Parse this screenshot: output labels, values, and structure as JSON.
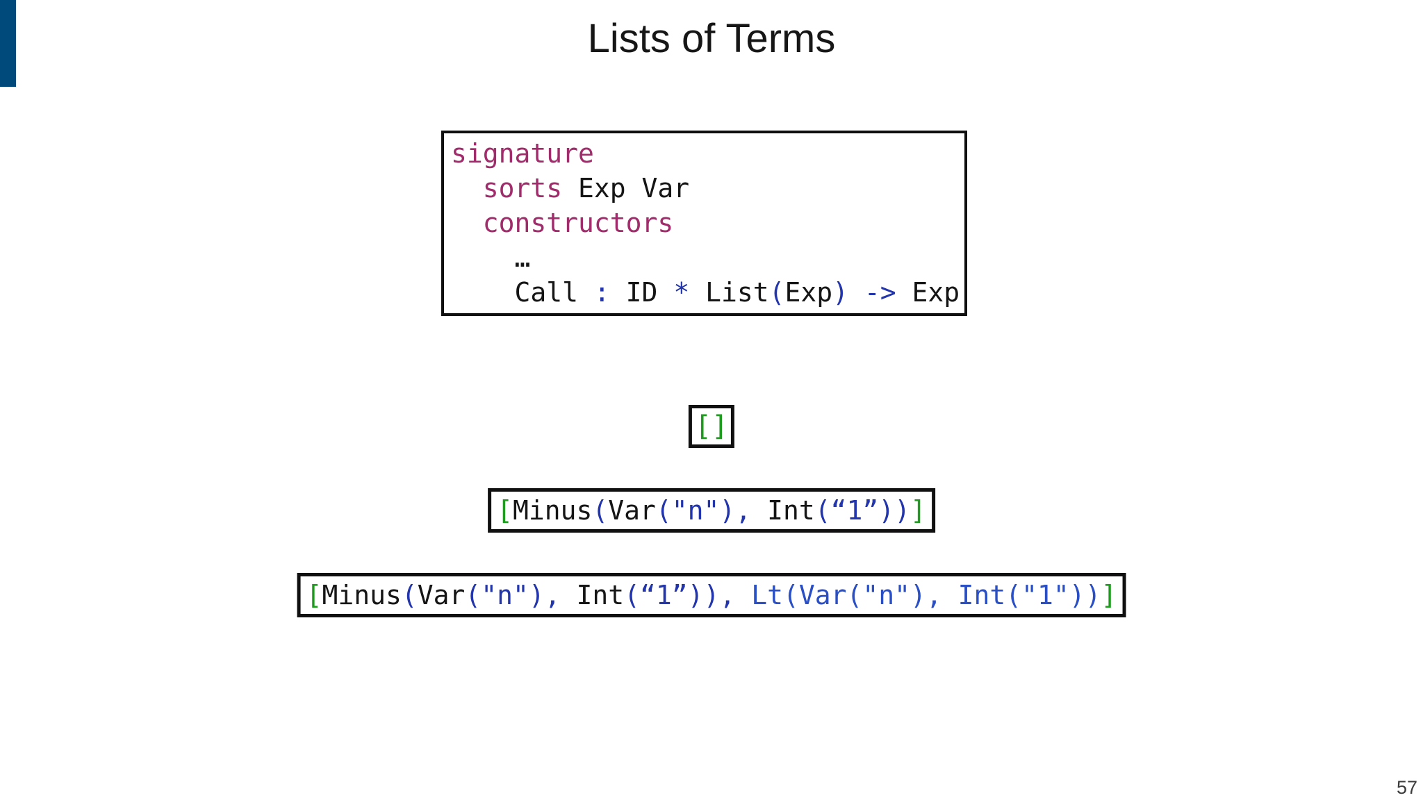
{
  "slide": {
    "title": "Lists of Terms",
    "page_number": "57"
  },
  "colors": {
    "accent_bar": "#00497B",
    "keyword_purple": "#A02C6B",
    "code_blue": "#2235AC",
    "highlight_blue": "#2A4FC5",
    "bracket_green": "#1E9C1E",
    "code_black": "#151515"
  },
  "signature_box": {
    "lines": [
      [
        {
          "t": "signature",
          "c": "kw"
        }
      ],
      [
        {
          "t": "  ",
          "c": "black"
        },
        {
          "t": "sorts",
          "c": "kw"
        },
        {
          "t": " Exp Var",
          "c": "black"
        }
      ],
      [
        {
          "t": "  ",
          "c": "black"
        },
        {
          "t": "constructors",
          "c": "kw"
        }
      ],
      [
        {
          "t": "    …",
          "c": "black"
        }
      ],
      [
        {
          "t": "    Call ",
          "c": "black"
        },
        {
          "t": ":",
          "c": "blue"
        },
        {
          "t": " ID ",
          "c": "black"
        },
        {
          "t": "*",
          "c": "blue"
        },
        {
          "t": " List",
          "c": "black"
        },
        {
          "t": "(",
          "c": "blue"
        },
        {
          "t": "Exp",
          "c": "black"
        },
        {
          "t": ")",
          "c": "blue"
        },
        {
          "t": " ",
          "c": "black"
        },
        {
          "t": "->",
          "c": "blue"
        },
        {
          "t": " Exp",
          "c": "black"
        }
      ]
    ]
  },
  "empty_list_box": {
    "segments": [
      {
        "t": "[]",
        "c": "green"
      }
    ]
  },
  "singleton_list_box": {
    "segments": [
      {
        "t": "[",
        "c": "green"
      },
      {
        "t": "Minus",
        "c": "black"
      },
      {
        "t": "(",
        "c": "blue"
      },
      {
        "t": "Var",
        "c": "black"
      },
      {
        "t": "(\"n\")",
        "c": "blue"
      },
      {
        "t": ", ",
        "c": "blue"
      },
      {
        "t": "Int",
        "c": "black"
      },
      {
        "t": "(“1”)",
        "c": "blue"
      },
      {
        "t": ")",
        "c": "blue"
      },
      {
        "t": "]",
        "c": "green"
      }
    ]
  },
  "two_element_list_box": {
    "segments": [
      {
        "t": "[",
        "c": "green"
      },
      {
        "t": "Minus",
        "c": "black"
      },
      {
        "t": "(",
        "c": "blue"
      },
      {
        "t": "Var",
        "c": "black"
      },
      {
        "t": "(\"n\")",
        "c": "blue"
      },
      {
        "t": ", ",
        "c": "blue"
      },
      {
        "t": "Int",
        "c": "black"
      },
      {
        "t": "(“1”)",
        "c": "blue"
      },
      {
        "t": ")",
        "c": "blue"
      },
      {
        "t": ", ",
        "c": "blue"
      },
      {
        "t": "Lt(Var(\"n\"), Int(\"1\"))",
        "c": "hl"
      },
      {
        "t": "]",
        "c": "green"
      }
    ]
  }
}
